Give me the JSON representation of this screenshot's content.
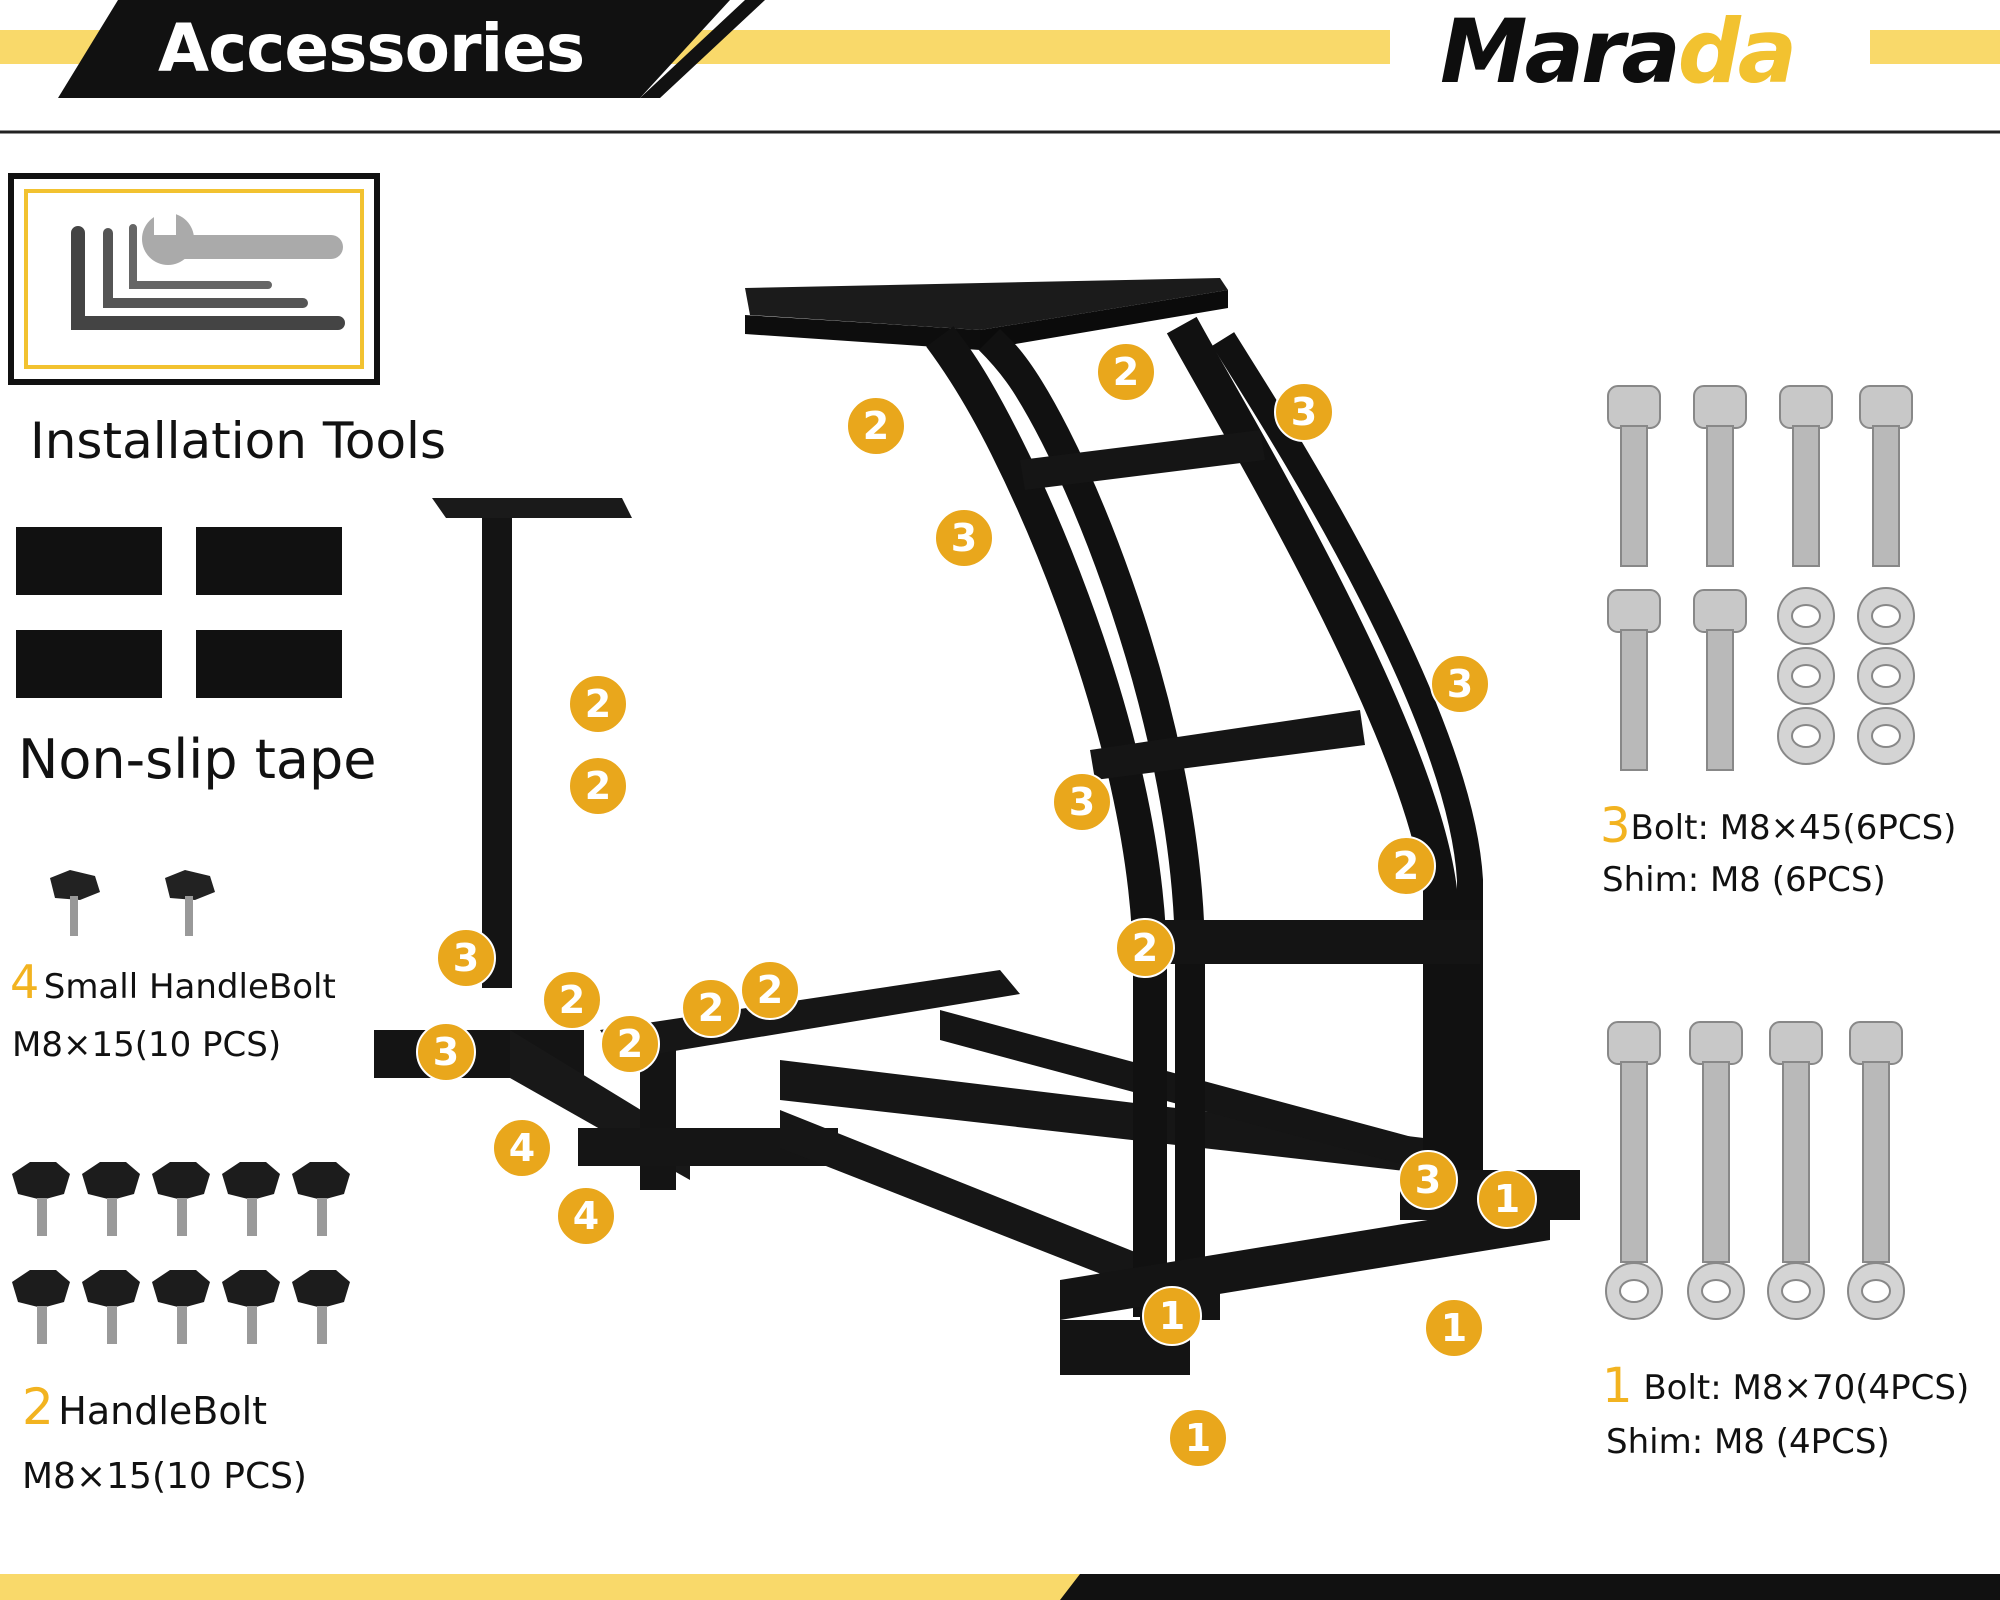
{
  "header": {
    "title": "Accessories",
    "brand": {
      "part1": "Mara",
      "part2": "da"
    }
  },
  "left": {
    "tools_label": "Installation Tools",
    "tape_label": "Non-slip tape",
    "small_handle": {
      "num": "4",
      "label": "Small HandleBolt",
      "spec": "M8×15(10 PCS)"
    },
    "handle": {
      "num": "2",
      "label": "HandleBolt",
      "spec": "M8×15(10 PCS)"
    }
  },
  "right": {
    "set3": {
      "num": "3",
      "bolt": "Bolt:  M8×45(6PCS)",
      "shim": "Shim:  M8 (6PCS)"
    },
    "set1": {
      "num": "1",
      "bolt": " Bolt:  M8×70(4PCS)",
      "shim": "Shim:  M8 (4PCS)"
    }
  },
  "badges": [
    "1",
    "1",
    "1",
    "1",
    "2",
    "2",
    "2",
    "2",
    "2",
    "2",
    "2",
    "2",
    "2",
    "2",
    "3",
    "3",
    "3",
    "3",
    "3",
    "3",
    "3",
    "4",
    "4"
  ],
  "colors": {
    "accent": "#f2c230",
    "badge": "#e9a71c",
    "dark": "#111111"
  }
}
